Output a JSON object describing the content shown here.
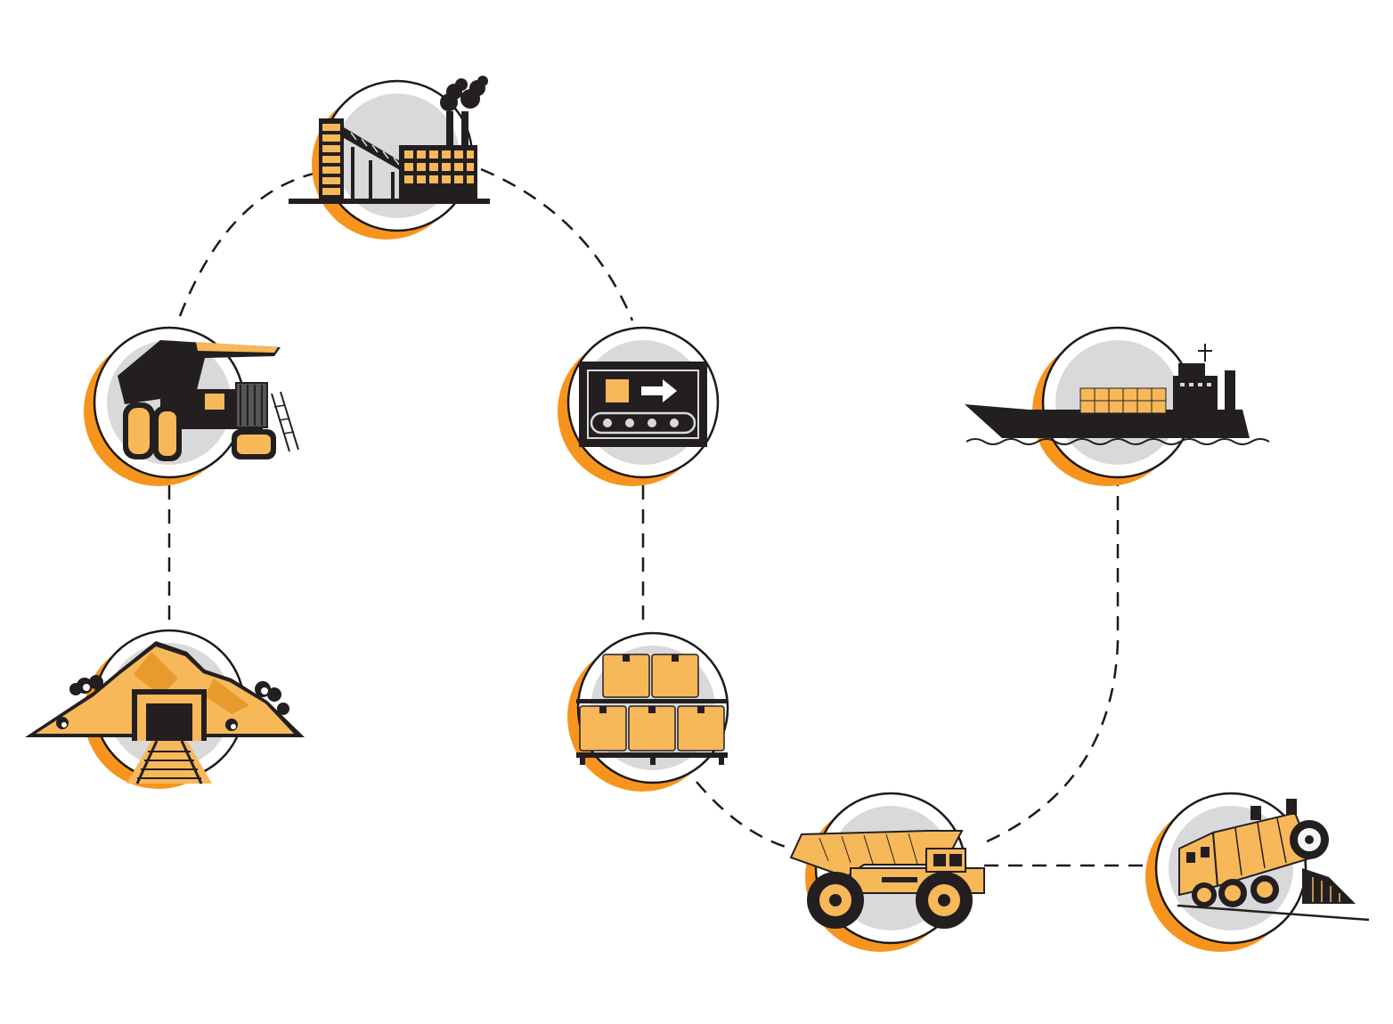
{
  "colors": {
    "accent_orange": "#f7941d",
    "icon_fill": "#f7b85a",
    "icon_ink": "#231f20",
    "circle_inner": "#d9d9db",
    "connector": "#1a1a1a"
  },
  "nodes": [
    {
      "id": "mine",
      "icon": "mine-entrance-icon"
    },
    {
      "id": "haul-truck",
      "icon": "mining-haul-truck-icon"
    },
    {
      "id": "processing-plant",
      "icon": "factory-icon"
    },
    {
      "id": "conveyor",
      "icon": "conveyor-belt-icon"
    },
    {
      "id": "warehouse",
      "icon": "stacked-boxes-icon"
    },
    {
      "id": "dump-truck",
      "icon": "dump-truck-icon"
    },
    {
      "id": "cargo-ship",
      "icon": "container-ship-icon"
    },
    {
      "id": "train",
      "icon": "steam-locomotive-icon"
    }
  ],
  "connections": [
    {
      "from": "mine",
      "to": "haul-truck"
    },
    {
      "from": "haul-truck",
      "to": "processing-plant"
    },
    {
      "from": "processing-plant",
      "to": "conveyor"
    },
    {
      "from": "conveyor",
      "to": "warehouse"
    },
    {
      "from": "warehouse",
      "to": "dump-truck"
    },
    {
      "from": "dump-truck",
      "to": "cargo-ship"
    },
    {
      "from": "dump-truck",
      "to": "train"
    }
  ]
}
